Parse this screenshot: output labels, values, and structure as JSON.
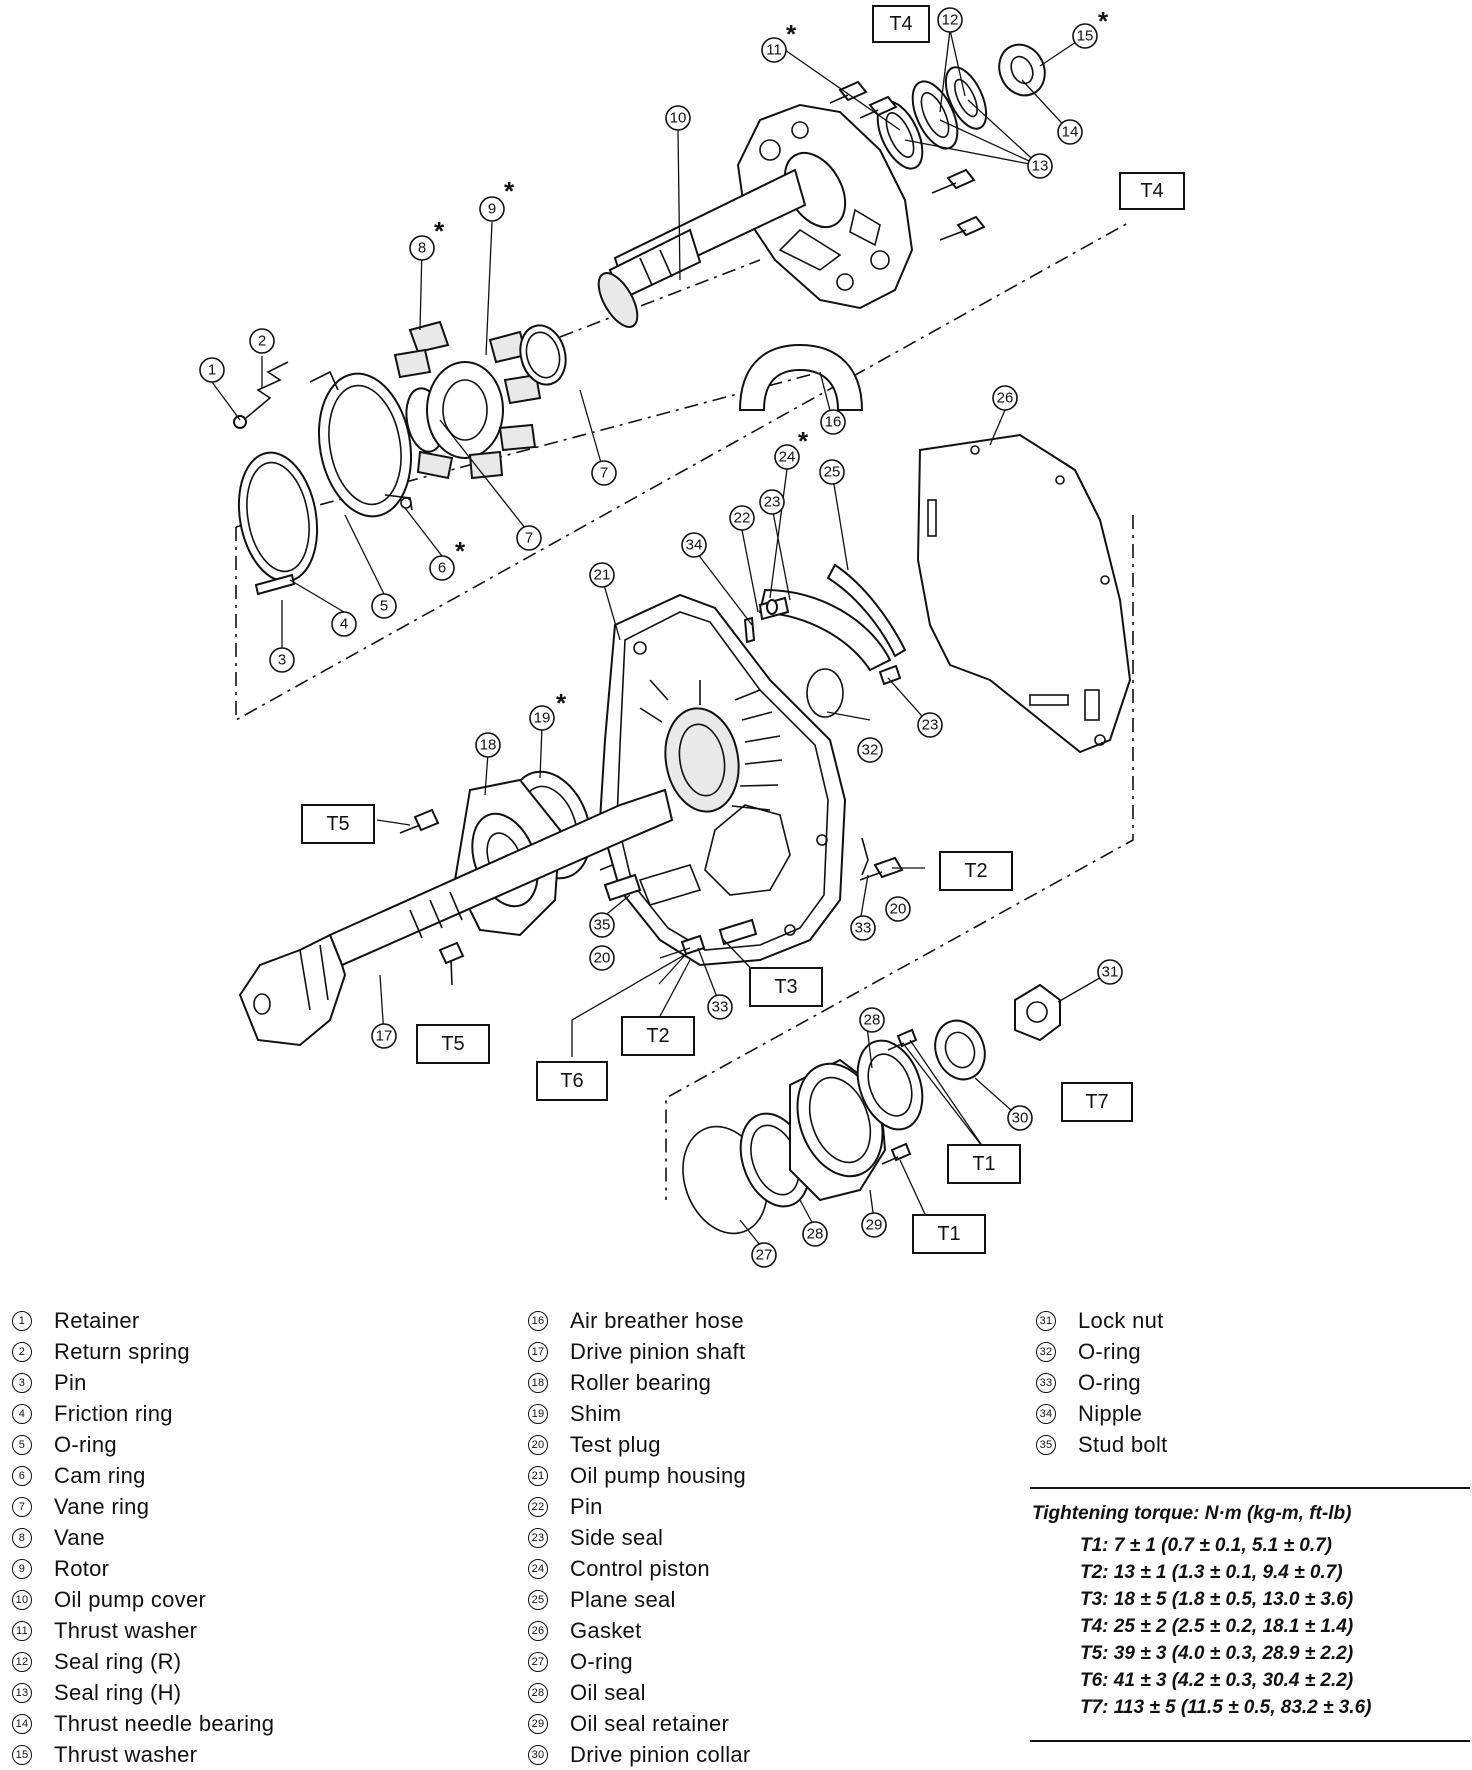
{
  "callouts": {
    "c1": "1",
    "c2": "2",
    "c3": "3",
    "c4": "4",
    "c5": "5",
    "c6": "6",
    "c7a": "7",
    "c7b": "7",
    "c8": "8",
    "c9": "9",
    "c10": "10",
    "c11": "11",
    "c12": "12",
    "c13": "13",
    "c14": "14",
    "c15": "15",
    "c16": "16",
    "c17": "17",
    "c18": "18",
    "c19": "19",
    "c20a": "20",
    "c20b": "20",
    "c21": "21",
    "c22": "22",
    "c23a": "23",
    "c23b": "23",
    "c24": "24",
    "c25": "25",
    "c26": "26",
    "c27": "27",
    "c28a": "28",
    "c28b": "28",
    "c29": "29",
    "c30": "30",
    "c31": "31",
    "c32": "32",
    "c33a": "33",
    "c33b": "33",
    "c34": "34",
    "c35": "35"
  },
  "asterisk": "*",
  "torque_boxes": {
    "t4a": "T4",
    "t4b": "T4",
    "t5a": "T5",
    "t5b": "T5",
    "t2a": "T2",
    "t2b": "T2",
    "t3": "T3",
    "t6": "T6",
    "t7": "T7",
    "t1a": "T1",
    "t1b": "T1"
  },
  "legend": {
    "col1": [
      {
        "num": "1",
        "name": "Retainer"
      },
      {
        "num": "2",
        "name": "Return spring"
      },
      {
        "num": "3",
        "name": "Pin"
      },
      {
        "num": "4",
        "name": "Friction ring"
      },
      {
        "num": "5",
        "name": "O-ring"
      },
      {
        "num": "6",
        "name": "Cam ring"
      },
      {
        "num": "7",
        "name": "Vane ring"
      },
      {
        "num": "8",
        "name": "Vane"
      },
      {
        "num": "9",
        "name": "Rotor"
      },
      {
        "num": "10",
        "name": "Oil pump cover"
      },
      {
        "num": "11",
        "name": "Thrust washer"
      },
      {
        "num": "12",
        "name": "Seal ring (R)"
      },
      {
        "num": "13",
        "name": "Seal ring (H)"
      },
      {
        "num": "14",
        "name": "Thrust needle bearing"
      },
      {
        "num": "15",
        "name": "Thrust washer"
      }
    ],
    "col2": [
      {
        "num": "16",
        "name": "Air breather hose"
      },
      {
        "num": "17",
        "name": "Drive pinion shaft"
      },
      {
        "num": "18",
        "name": "Roller bearing"
      },
      {
        "num": "19",
        "name": "Shim"
      },
      {
        "num": "20",
        "name": "Test plug"
      },
      {
        "num": "21",
        "name": "Oil pump housing"
      },
      {
        "num": "22",
        "name": "Pin"
      },
      {
        "num": "23",
        "name": "Side seal"
      },
      {
        "num": "24",
        "name": "Control piston"
      },
      {
        "num": "25",
        "name": "Plane seal"
      },
      {
        "num": "26",
        "name": "Gasket"
      },
      {
        "num": "27",
        "name": "O-ring"
      },
      {
        "num": "28",
        "name": "Oil seal"
      },
      {
        "num": "29",
        "name": "Oil seal retainer"
      },
      {
        "num": "30",
        "name": "Drive pinion collar"
      }
    ],
    "col3": [
      {
        "num": "31",
        "name": "Lock nut"
      },
      {
        "num": "32",
        "name": "O-ring"
      },
      {
        "num": "33",
        "name": "O-ring"
      },
      {
        "num": "34",
        "name": "Nipple"
      },
      {
        "num": "35",
        "name": "Stud bolt"
      }
    ]
  },
  "torque": {
    "title": "Tightening torque: N·m (kg-m, ft-lb)",
    "specs": [
      "T1: 7 ± 1 (0.7 ± 0.1, 5.1 ± 0.7)",
      "T2: 13 ± 1 (1.3 ± 0.1, 9.4 ± 0.7)",
      "T3: 18 ± 5 (1.8 ± 0.5, 13.0 ± 3.6)",
      "T4: 25 ± 2 (2.5 ± 0.2, 18.1 ± 1.4)",
      "T5: 39 ± 3 (4.0 ± 0.3, 28.9 ± 2.2)",
      "T6: 41 ± 3 (4.2 ± 0.3, 30.4 ± 2.2)",
      "T7: 113 ± 5 (11.5 ± 0.5, 83.2 ± 3.6)"
    ]
  }
}
